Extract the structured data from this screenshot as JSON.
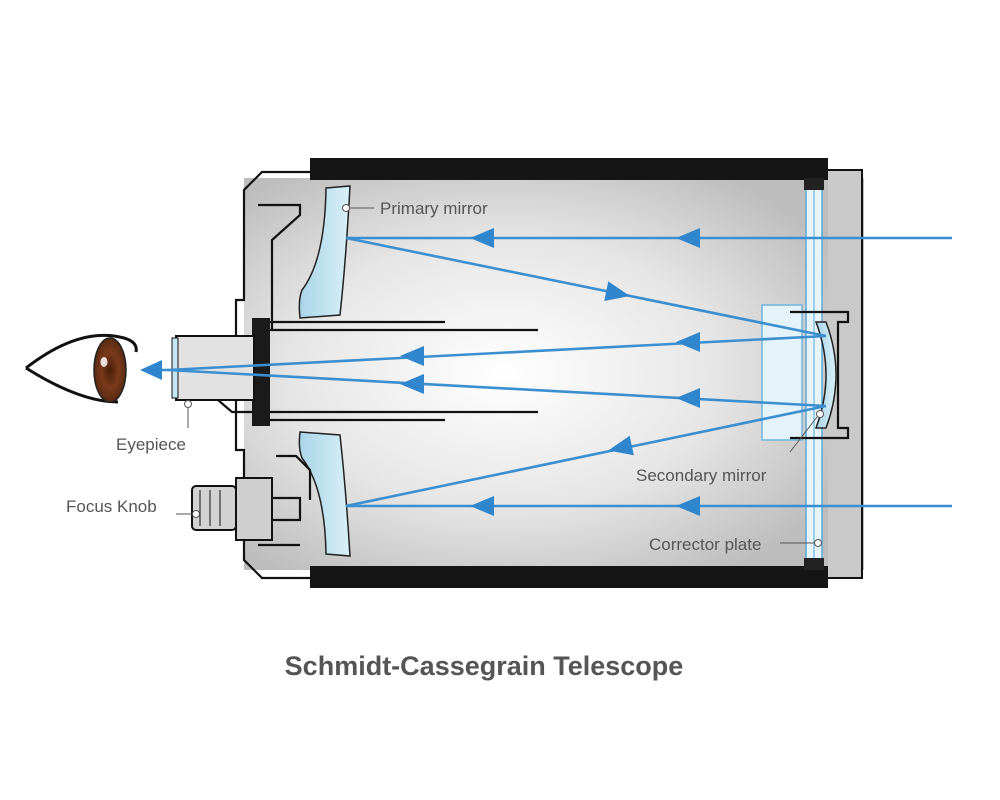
{
  "title": "Schmidt-Cassegrain Telescope",
  "labels": {
    "primary_mirror": "Primary mirror",
    "secondary_mirror": "Secondary mirror",
    "corrector_plate": "Corrector plate",
    "eyepiece": "Eyepiece",
    "focus_knob": "Focus Knob"
  },
  "colors": {
    "light_ray": "#2f86cc",
    "tube_outline": "#111111",
    "tube_fill": "#cfcfcf",
    "glass": "#c7e6f2",
    "label_text": "#555555",
    "iris": "#7a3a1c"
  },
  "icons": [
    "eye-icon"
  ]
}
